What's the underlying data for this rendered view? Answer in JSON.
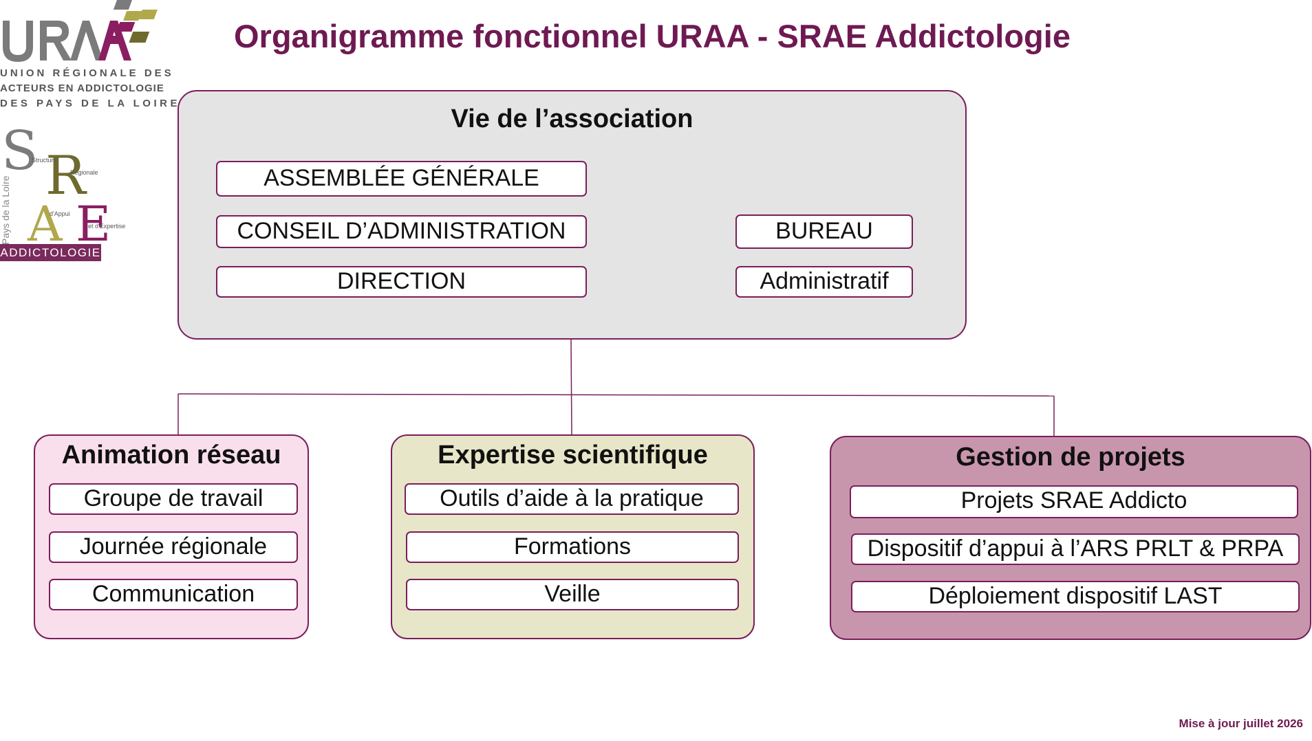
{
  "title": "Organigramme fonctionnel URAA - SRAE Addictologie",
  "logos": {
    "uraa": {
      "lines": [
        "UNION RÉGIONALE DES",
        "ACTEURS EN ADDICTOLOGIE",
        "DES PAYS DE LA LOIRE"
      ]
    },
    "srae": {
      "words": [
        "Structure",
        "Régionale",
        "d'Appui",
        "et d'Expertise"
      ],
      "region": "Pays de la Loire",
      "band": "ADDICTOLOGIE"
    }
  },
  "association": {
    "title": "Vie de l’association",
    "left": [
      "ASSEMBLÉE GÉNÉRALE",
      "CONSEIL D’ADMINISTRATION",
      "DIRECTION"
    ],
    "right": [
      "BUREAU",
      "Administratif"
    ]
  },
  "branches": [
    {
      "title": "Animation réseau",
      "items": [
        "Groupe de travail",
        "Journée régionale",
        "Communication"
      ]
    },
    {
      "title": "Expertise scientifique",
      "items": [
        "Outils d’aide à la pratique",
        "Formations",
        "Veille"
      ]
    },
    {
      "title": "Gestion de projets",
      "items": [
        "Projets SRAE Addicto",
        "Dispositif d’appui à l’ARS PRLT & PRPA",
        "Déploiement dispositif LAST"
      ]
    }
  ],
  "footer": "Mise à jour juillet 2026",
  "colors": {
    "accent": "#6e1a52",
    "border": "#7a1d5c",
    "association_bg": "#e4e4e4",
    "animation_bg": "#f9dfeb",
    "expertise_bg": "#e7e6c8",
    "gestion_bg": "#c896ac"
  }
}
